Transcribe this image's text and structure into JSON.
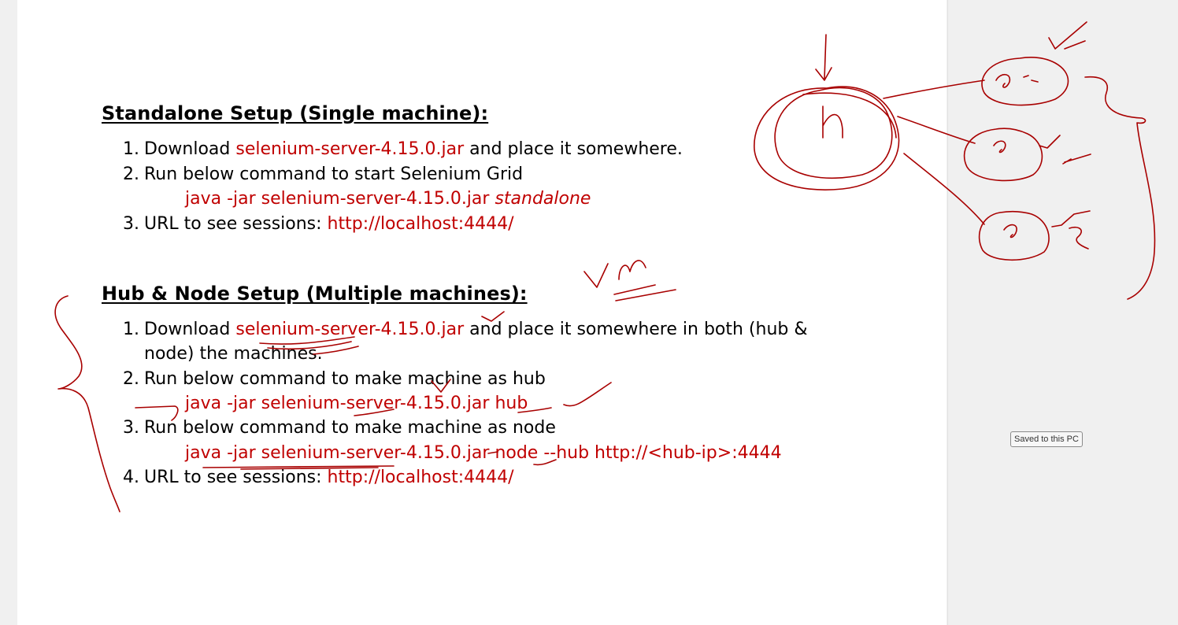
{
  "colors": {
    "code": "#c00000",
    "ink": "#a80000",
    "text": "#000000"
  },
  "standalone": {
    "heading": "Standalone Setup (Single machine):",
    "items": [
      {
        "num": "1.",
        "pre": "Download ",
        "link": "selenium-server-4.15.0.jar",
        "post": " and place it somewhere."
      },
      {
        "num": "2.",
        "text": "Run below command to start Selenium Grid",
        "code": "java -jar selenium-server-4.15.0.jar ",
        "code_italic": "standalone"
      },
      {
        "num": "3.",
        "pre": "URL to see sessions:  ",
        "url": "http://localhost:4444/"
      }
    ]
  },
  "hub_node": {
    "heading": "Hub & Node Setup (Multiple machines):",
    "items": [
      {
        "num": "1.",
        "pre": "Download ",
        "link": "selenium-server-4.15.0.jar",
        "post": " and place it somewhere in both (hub &",
        "cont": "node) the machines."
      },
      {
        "num": "2.",
        "text": "Run below command to make machine as hub",
        "code": "java -jar selenium-server-4.15.0.jar hub"
      },
      {
        "num": "3.",
        "text": "Run below command to make machine as node",
        "code": "java -jar selenium-server-4.15.0.jar node --hub http://<hub-ip>:4444"
      },
      {
        "num": "4.",
        "pre": "URL to see sessions:  ",
        "url": "http://localhost:4444/"
      }
    ]
  },
  "status": {
    "saved": "Saved to this PC"
  }
}
